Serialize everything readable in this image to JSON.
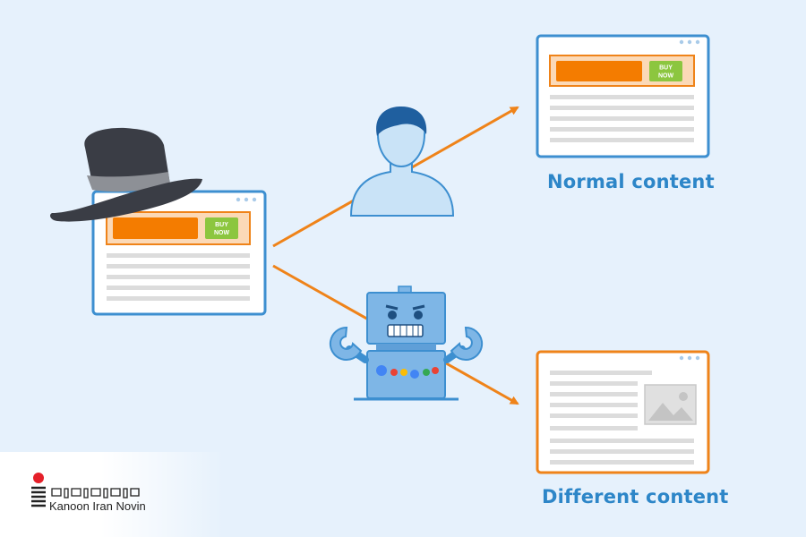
{
  "browser_windows": {
    "buy_label_line1": "BUY",
    "buy_label_line2": "NOW"
  },
  "captions": {
    "normal": "Normal content",
    "different": "Different content"
  },
  "logo": {
    "brand": "Kanoon Iran Novin",
    "icon": "kanoon-iran-novin-logo-icon"
  },
  "colors": {
    "background": "#e6f1fc",
    "arrow": "#ef8319",
    "window_border_blue": "#3d8fd0",
    "window_border_orange": "#ef8319",
    "banner_orange": "#f47c00",
    "buy_button_green": "#8cc63f",
    "hat": "#3a3d45",
    "person_fill": "#c9e3f7",
    "robot_fill": "#7eb6e6",
    "caption_blue": "#2d86c8"
  },
  "icons": [
    "black-hat-icon",
    "person-icon",
    "googlebot-robot-icon",
    "image-placeholder-icon"
  ]
}
